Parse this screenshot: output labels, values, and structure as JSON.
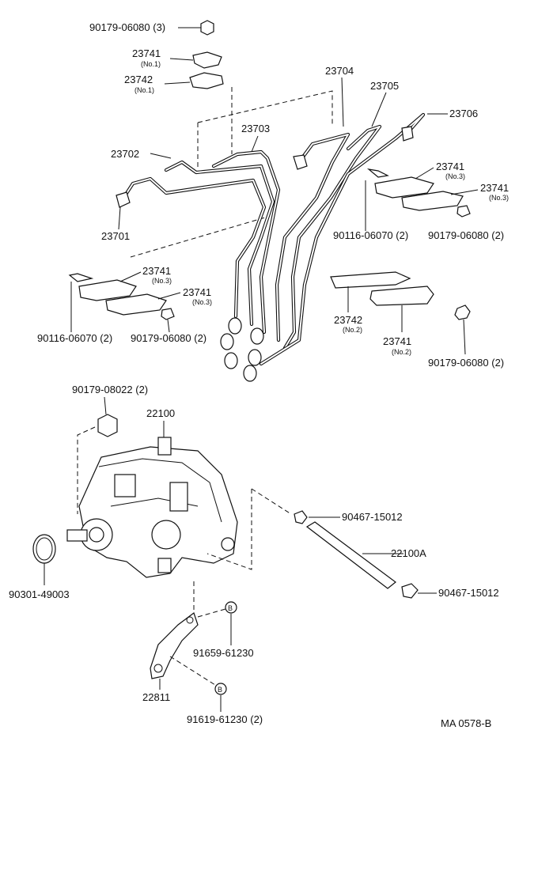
{
  "labels": {
    "nut_top": "90179-06080 (3)",
    "clamp_23741_no1": "23741",
    "clamp_23741_no1_sub": "(No.1)",
    "clamp_23742_no1": "23742",
    "clamp_23742_no1_sub": "(No.1)",
    "pipe_23704": "23704",
    "pipe_23705": "23705",
    "pipe_23706": "23706",
    "pipe_23703": "23703",
    "pipe_23702": "23702",
    "pipe_23701": "23701",
    "clamp_r_23741a": "23741",
    "clamp_r_23741a_sub": "(No.3)",
    "clamp_r_23741b": "23741",
    "clamp_r_23741b_sub": "(No.3)",
    "bolt_right": "90116-06070 (2)",
    "nut_right": "90179-06080 (2)",
    "clamp_l_23741a": "23741",
    "clamp_l_23741a_sub": "(No.3)",
    "clamp_l_23741b": "23741",
    "clamp_l_23741b_sub": "(No.3)",
    "bolt_left": "90116-06070 (2)",
    "nut_left": "90179-06080 (2)",
    "clamp_23742_no2": "23742",
    "clamp_23742_no2_sub": "(No.2)",
    "clamp_23741_no2": "23741",
    "clamp_23741_no2_sub": "(No.2)",
    "nut_right_lower": "90179-06080 (2)",
    "nut_pump": "90179-08022 (2)",
    "pump": "22100",
    "clip_top": "90467-15012",
    "hose": "22100A",
    "clip_bottom": "90467-15012",
    "oring": "90301-49003",
    "bracket": "22811",
    "bolt_b1": "91659-61230",
    "bolt_b2": "91619-61230 (2)",
    "marker_b": "B",
    "figure_code": "MA 0578-B"
  }
}
